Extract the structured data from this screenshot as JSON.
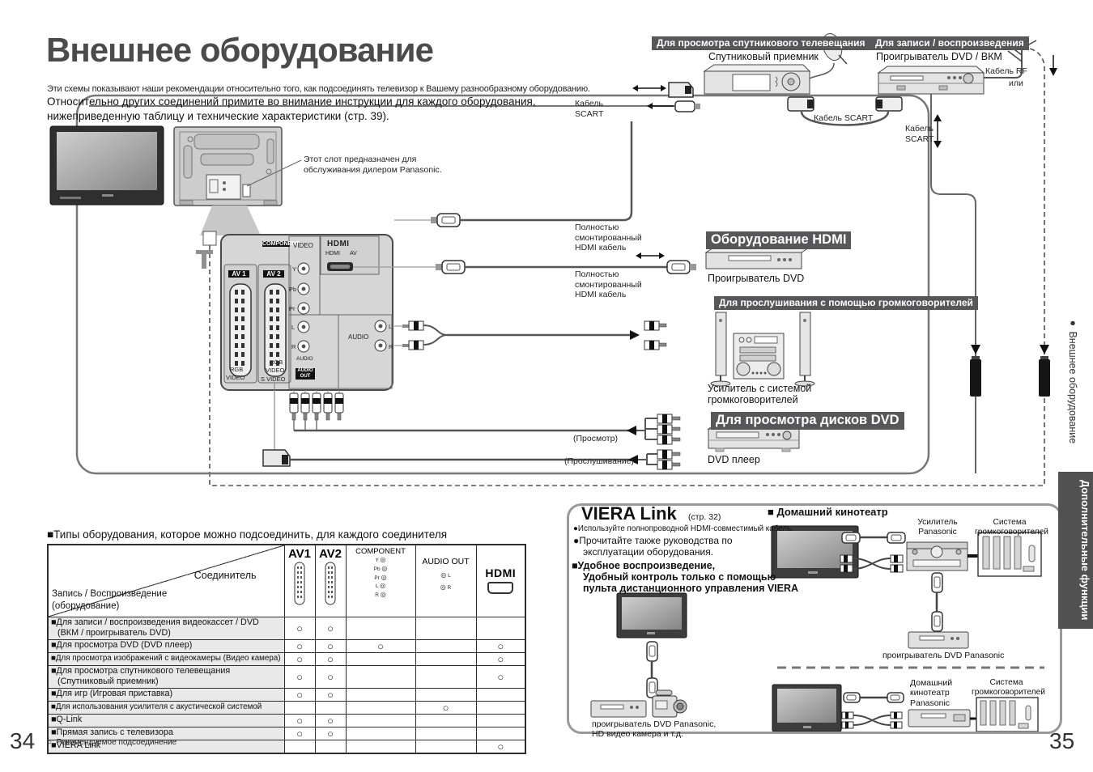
{
  "page": {
    "title": "Внешнее оборудование",
    "intro1": "Эти схемы показывают наши рекомендации относительно того, как подсоединять телевизор к Вашему разнообразному оборудованию.",
    "intro2": "Относительно других соединений примите во внимание инструкции для каждого оборудования,",
    "intro3": "нижеприведенную таблицу и технические характеристики (стр. 39).",
    "service1": "Этот слот предназначен для",
    "service2": "обслуживания дилером Panasonic.",
    "num_left": "34",
    "num_right": "35"
  },
  "badges": {
    "satellite": "Для просмотра спутникового телевещания",
    "record": "Для записи / воспроизведения",
    "hdmi": "Оборудование HDMI",
    "speakers": "Для прослушивания с помощью громкоговорителей",
    "dvd": "Для просмотра дисков DVD"
  },
  "devices": {
    "sat": "Спутниковый приемник",
    "dvdvcr": "Проигрыватель DVD / ВКМ",
    "dvdhdmi": "Проигрыватель DVD",
    "amp1": "Усилитель с системой",
    "amp2": "громкоговорителей",
    "dvdplayer": "DVD плеер"
  },
  "cables": {
    "k_word": "Кабель",
    "k_scart": "SCART",
    "k_mid": "Кабель SCART",
    "rf": "Кабель RF",
    "or": "или",
    "f1": "Полностью",
    "f2": "смонтированный",
    "f3": "HDMI кабель",
    "view": "(Просмотр)",
    "listen": "(Прослушивание)"
  },
  "panel": {
    "component": "COMPONENT",
    "video": "VIDEO",
    "hdmi_logo": "HDMI",
    "hdmi": "HDMI",
    "av": "AV",
    "av1": "AV 1",
    "av2": "AV 2",
    "y": "Y",
    "pb": "Pb",
    "pr": "Pr",
    "l": "L",
    "r": "R",
    "audio": "AUDIO",
    "out": "OUT",
    "rgb": "RGB",
    "svideo": "S VIDEO"
  },
  "table": {
    "title": "■Типы оборудования, которое можно подсоединить, для каждого соединителя",
    "connector": "Соединитель",
    "rec1": "Запись / Воспроизведение",
    "rec2": "(оборудование)",
    "col_av1": "AV1",
    "col_av2": "AV2",
    "col_component": "COMPONENT",
    "col_audio": "AUDIO OUT",
    "col_hdmi": "HDMI",
    "jacks": [
      "Y",
      "Pb",
      "Pr",
      "L",
      "R"
    ],
    "rows": [
      {
        "label1": "■Для записи / воспроизведения видеокассет / DVD",
        "label2": "(ВКМ / проигрыватель DVD)",
        "cells": [
          "○",
          "○",
          "",
          "",
          ""
        ]
      },
      {
        "label1": "■Для просмотра DVD (DVD плеер)",
        "label2": "",
        "cells": [
          "○",
          "○",
          "○",
          "",
          "○"
        ]
      },
      {
        "label1": "■Для просмотра изображений с видеокамеры (Видео камера)",
        "label2": "",
        "cells": [
          "○",
          "○",
          "",
          "",
          "○"
        ]
      },
      {
        "label1": "■Для просмотра спутникового телевещания",
        "label2": "(Спутниковый приемник)",
        "cells": [
          "○",
          "○",
          "",
          "",
          "○"
        ]
      },
      {
        "label1": "■Для игр (Игровая приставка)",
        "label2": "",
        "cells": [
          "○",
          "○",
          "",
          "",
          ""
        ]
      },
      {
        "label1": "■Для использования усилителя с акустической системой",
        "label2": "",
        "cells": [
          "",
          "",
          "",
          "○",
          ""
        ]
      },
      {
        "label1": "■Q-Link",
        "label2": "",
        "cells": [
          "○",
          "○",
          "",
          "",
          ""
        ]
      },
      {
        "label1": "■Прямая запись с телевизора",
        "label2": "",
        "cells": [
          "○",
          "○",
          "",
          "",
          ""
        ]
      },
      {
        "label1": "■VIERA Link",
        "label2": "",
        "cells": [
          "",
          "",
          "",
          "",
          "○"
        ]
      }
    ],
    "footnote": "○: Рекомендуемое подсоединение"
  },
  "viera": {
    "title": "VIERA Link",
    "ref": "(стр. 32)",
    "b1": "●Используйте полнопроводной HDMI-совместимый кабель.",
    "b2a": "●Прочитайте также руководства по",
    "b2b": "эксплуатации оборудования.",
    "f1": "■Удобное воспроизведение,",
    "f2": "Удобный контроль только с помощью",
    "f3": "пульта дистанционного управления VIERA",
    "ht": "■ Домашний кинотеатр",
    "amp1": "Усилитель",
    "amp2": "Panasonic",
    "spk1": "Система",
    "spk2": "громкоговорителей",
    "dvdp": "проигрыватель DVD Panasonic",
    "ht1": "Домашний",
    "ht2": "кинотеатр",
    "ht3": "Panasonic",
    "dvdcam1": "проигрыватель DVD Panasonic,",
    "dvdcam2": "HD видео камера и т.д."
  },
  "sidebar": {
    "side_label": "● Внешнее оборудование",
    "tab_label": "Дополнительные функции"
  }
}
